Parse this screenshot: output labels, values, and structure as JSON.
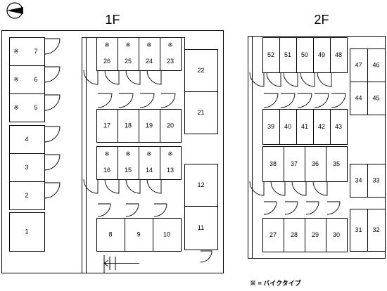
{
  "floors": [
    {
      "label": "1F"
    },
    {
      "label": "2F"
    }
  ],
  "bike_mark": "※",
  "legend": "※ = バイクタイプ",
  "units": [
    {
      "n": "7",
      "bike": true
    },
    {
      "n": "6",
      "bike": true
    },
    {
      "n": "5",
      "bike": true
    },
    {
      "n": "4",
      "bike": false
    },
    {
      "n": "3",
      "bike": false
    },
    {
      "n": "2",
      "bike": false
    },
    {
      "n": "1",
      "bike": false
    },
    {
      "n": "26",
      "bike": true
    },
    {
      "n": "25",
      "bike": true
    },
    {
      "n": "24",
      "bike": true
    },
    {
      "n": "23",
      "bike": true
    },
    {
      "n": "17",
      "bike": false
    },
    {
      "n": "18",
      "bike": false
    },
    {
      "n": "19",
      "bike": false
    },
    {
      "n": "20",
      "bike": false
    },
    {
      "n": "16",
      "bike": true
    },
    {
      "n": "15",
      "bike": true
    },
    {
      "n": "14",
      "bike": true
    },
    {
      "n": "13",
      "bike": true
    },
    {
      "n": "8",
      "bike": false
    },
    {
      "n": "9",
      "bike": false
    },
    {
      "n": "10",
      "bike": false
    },
    {
      "n": "22",
      "bike": false
    },
    {
      "n": "21",
      "bike": false
    },
    {
      "n": "12",
      "bike": false
    },
    {
      "n": "11",
      "bike": false
    },
    {
      "n": "52",
      "bike": false
    },
    {
      "n": "51",
      "bike": false
    },
    {
      "n": "50",
      "bike": false
    },
    {
      "n": "49",
      "bike": false
    },
    {
      "n": "48",
      "bike": false
    },
    {
      "n": "47",
      "bike": false
    },
    {
      "n": "46",
      "bike": false
    },
    {
      "n": "44",
      "bike": false
    },
    {
      "n": "45",
      "bike": false
    },
    {
      "n": "39",
      "bike": false
    },
    {
      "n": "40",
      "bike": false
    },
    {
      "n": "41",
      "bike": false
    },
    {
      "n": "42",
      "bike": false
    },
    {
      "n": "43",
      "bike": false
    },
    {
      "n": "38",
      "bike": false
    },
    {
      "n": "37",
      "bike": false
    },
    {
      "n": "36",
      "bike": false
    },
    {
      "n": "35",
      "bike": false
    },
    {
      "n": "34",
      "bike": false
    },
    {
      "n": "33",
      "bike": false
    },
    {
      "n": "27",
      "bike": false
    },
    {
      "n": "28",
      "bike": false
    },
    {
      "n": "29",
      "bike": false
    },
    {
      "n": "30",
      "bike": false
    },
    {
      "n": "31",
      "bike": false
    },
    {
      "n": "32",
      "bike": false
    }
  ]
}
